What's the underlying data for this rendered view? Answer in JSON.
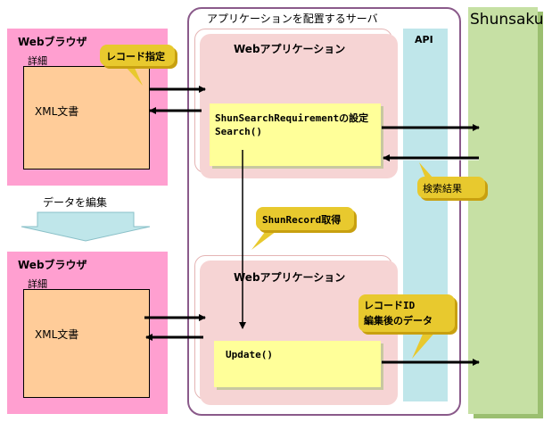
{
  "server": {
    "title": "アプリケーションを配置するサーバ"
  },
  "api": {
    "label": "API"
  },
  "shunsaku": {
    "label": "Shunsaku"
  },
  "browser_top": {
    "title": "Webブラウザ",
    "detail": "詳細",
    "doc": "XML文書"
  },
  "browser_bottom": {
    "title": "Webブラウザ",
    "detail": "詳細",
    "doc": "XML文書"
  },
  "edit_step": {
    "label": "データを編集"
  },
  "webapp_top": {
    "title": "Webアプリケーション",
    "line1": "ShunSearchRequirementの設定",
    "line2": "Search()"
  },
  "webapp_bottom": {
    "title": "Webアプリケーション",
    "line1": "Update()"
  },
  "callouts": {
    "record_spec": "レコード指定",
    "search_result": "検索結果",
    "shunrecord": "ShunRecord取得",
    "record_id_1": "レコードID",
    "record_id_2": "編集後のデータ"
  }
}
